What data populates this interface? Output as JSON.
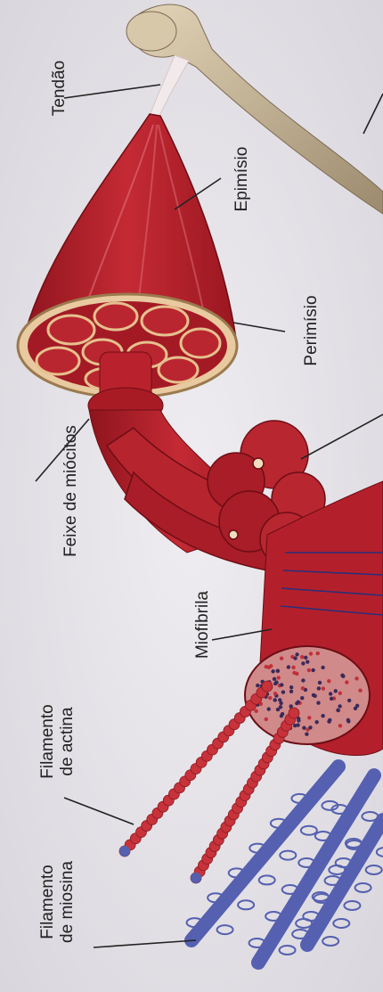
{
  "labels": {
    "tendon": "Tendão",
    "epimysium": "Epimísio",
    "perimysium": "Perimísio",
    "myocyte_bundle": "Feixe de miócitos",
    "myofibril": "Miofibrila",
    "actin_line1": "Filamento",
    "actin_line2": "de actina",
    "myosin_line1": "Filamento",
    "myosin_line2": "de miosina"
  },
  "colors": {
    "background": "#e8e6ea",
    "muscle": "#b3202c",
    "muscle_dark": "#7e1019",
    "bone": "#c9b89a",
    "myosin": "#5560b0",
    "actin": "#c8323a"
  }
}
